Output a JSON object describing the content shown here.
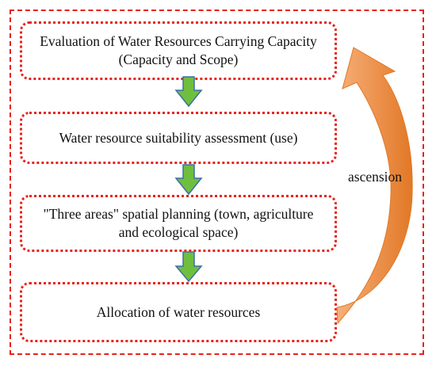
{
  "steps": [
    {
      "id": "capacity-evaluation",
      "label": "Evaluation of Water Resources Carrying Capacity (Capacity and Scope)"
    },
    {
      "id": "suitability-assessment",
      "label": "Water resource suitability assessment (use)"
    },
    {
      "id": "spatial-planning",
      "label": "\"Three areas\" spatial planning (town, agriculture and ecological space)"
    },
    {
      "id": "allocation",
      "label": "Allocation of water resources"
    }
  ],
  "feedback": {
    "label": "ascension"
  },
  "colors": {
    "frame": "#e8211b",
    "down_arrow_fill": "#6fbf3f",
    "down_arrow_stroke": "#3d6fa8",
    "feedback_arrow_light": "#f6b07a",
    "feedback_arrow_dark": "#e27826"
  }
}
